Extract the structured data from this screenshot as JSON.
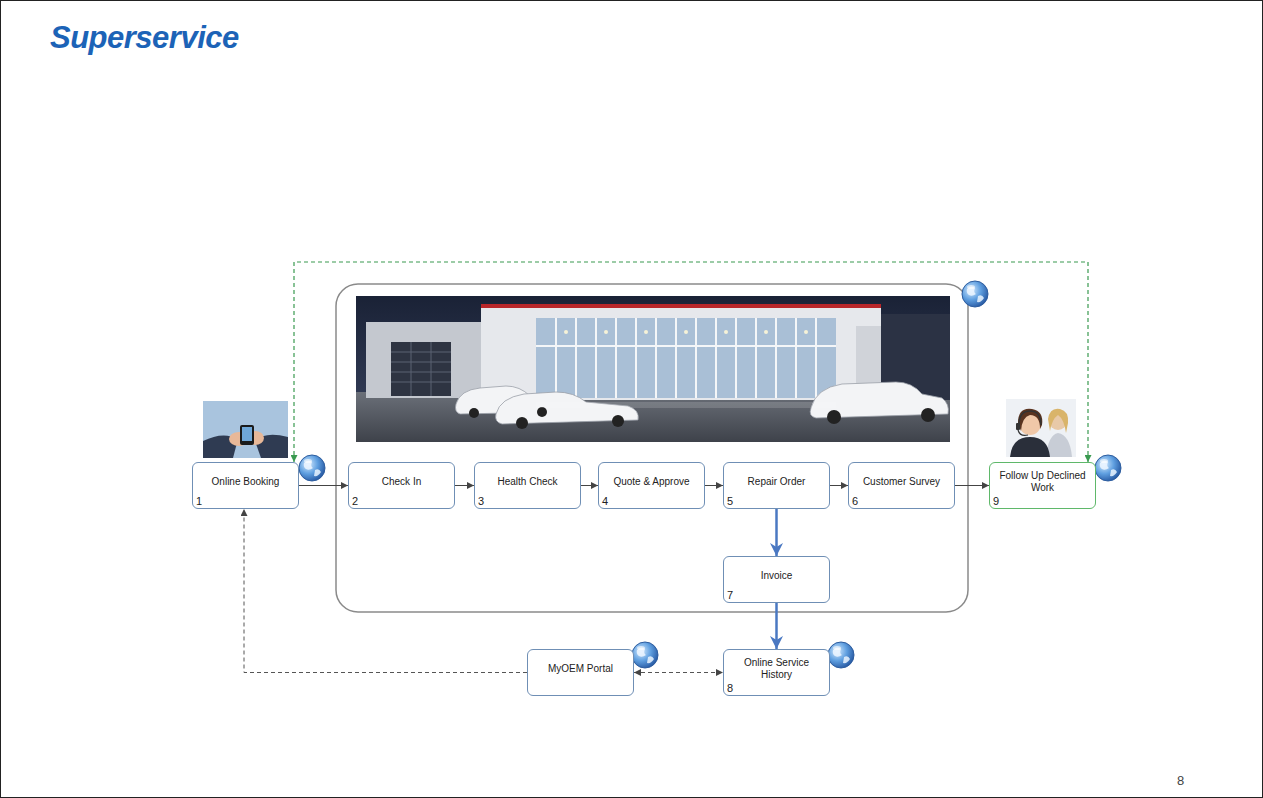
{
  "diagram": {
    "title": "Superservice",
    "nodes": [
      {
        "text": [
          "Online Booking",
          "1"
        ]
      },
      {
        "text": [
          "Check In",
          "2"
        ]
      },
      {
        "text": [
          "Health Check",
          "3"
        ]
      },
      {
        "text": [
          "Quote & Approve",
          "4"
        ]
      },
      {
        "text": [
          "Repair Order",
          "5"
        ]
      },
      {
        "text": [
          "Customer Survey",
          "6"
        ]
      },
      {
        "text": [
          "Follow Up Declined Work",
          "9"
        ]
      },
      {
        "text": [
          "Invoice",
          "7"
        ]
      },
      {
        "text": [
          "MyOEM Portal"
        ]
      },
      {
        "text": [
          "Online Service History",
          "8"
        ]
      }
    ],
    "edges": [
      {
        "from": 0,
        "to": 1,
        "arrow": "to"
      },
      {
        "from": 1,
        "to": 2,
        "arrow": "to"
      },
      {
        "from": 2,
        "to": 3,
        "arrow": "to"
      },
      {
        "from": 3,
        "to": 4,
        "arrow": "to"
      },
      {
        "from": 4,
        "to": 5,
        "arrow": "to"
      },
      {
        "from": 5,
        "to": 6,
        "arrow": "to"
      },
      {
        "from": 4,
        "to": 7,
        "arrow": "to"
      },
      {
        "from": 7,
        "to": 9,
        "arrow": "to"
      },
      {
        "from": 0,
        "to": 6,
        "arrow": "both"
      },
      {
        "from": 8,
        "to": 0,
        "arrow": "to"
      },
      {
        "from": 8,
        "to": 9,
        "arrow": "both"
      }
    ],
    "labels": [
      "8"
    ]
  }
}
